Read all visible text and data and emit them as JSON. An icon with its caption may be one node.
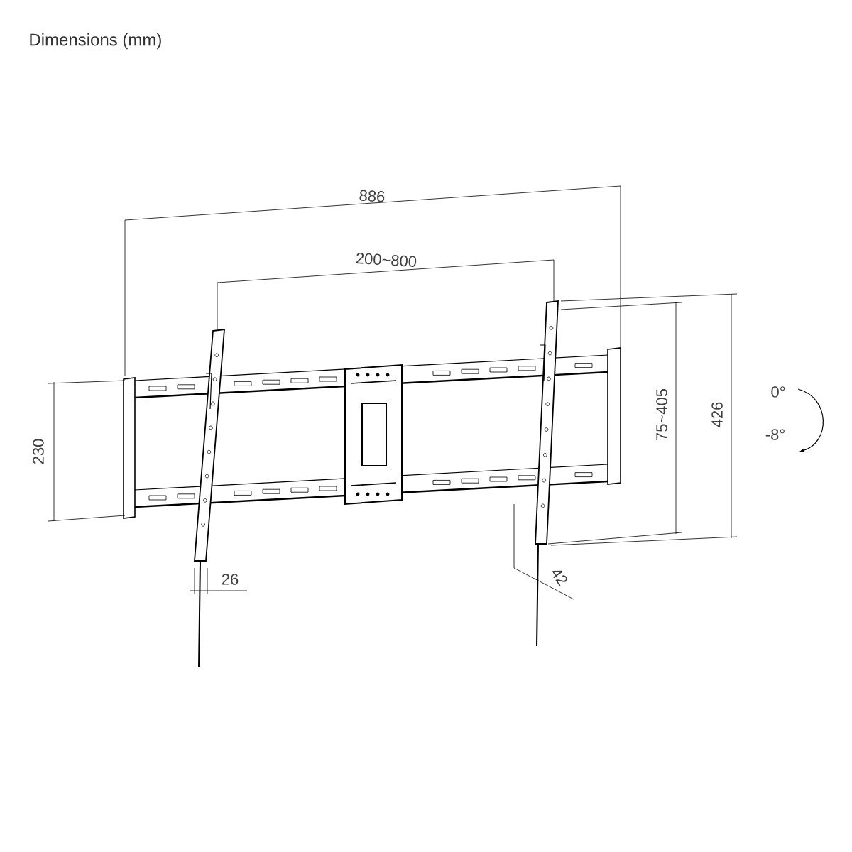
{
  "diagram": {
    "title": "Dimensions (mm)",
    "labels": [
      "886",
      "200~800",
      "230",
      "75~405",
      "426",
      "0°",
      "-8°",
      "26",
      "42"
    ]
  }
}
